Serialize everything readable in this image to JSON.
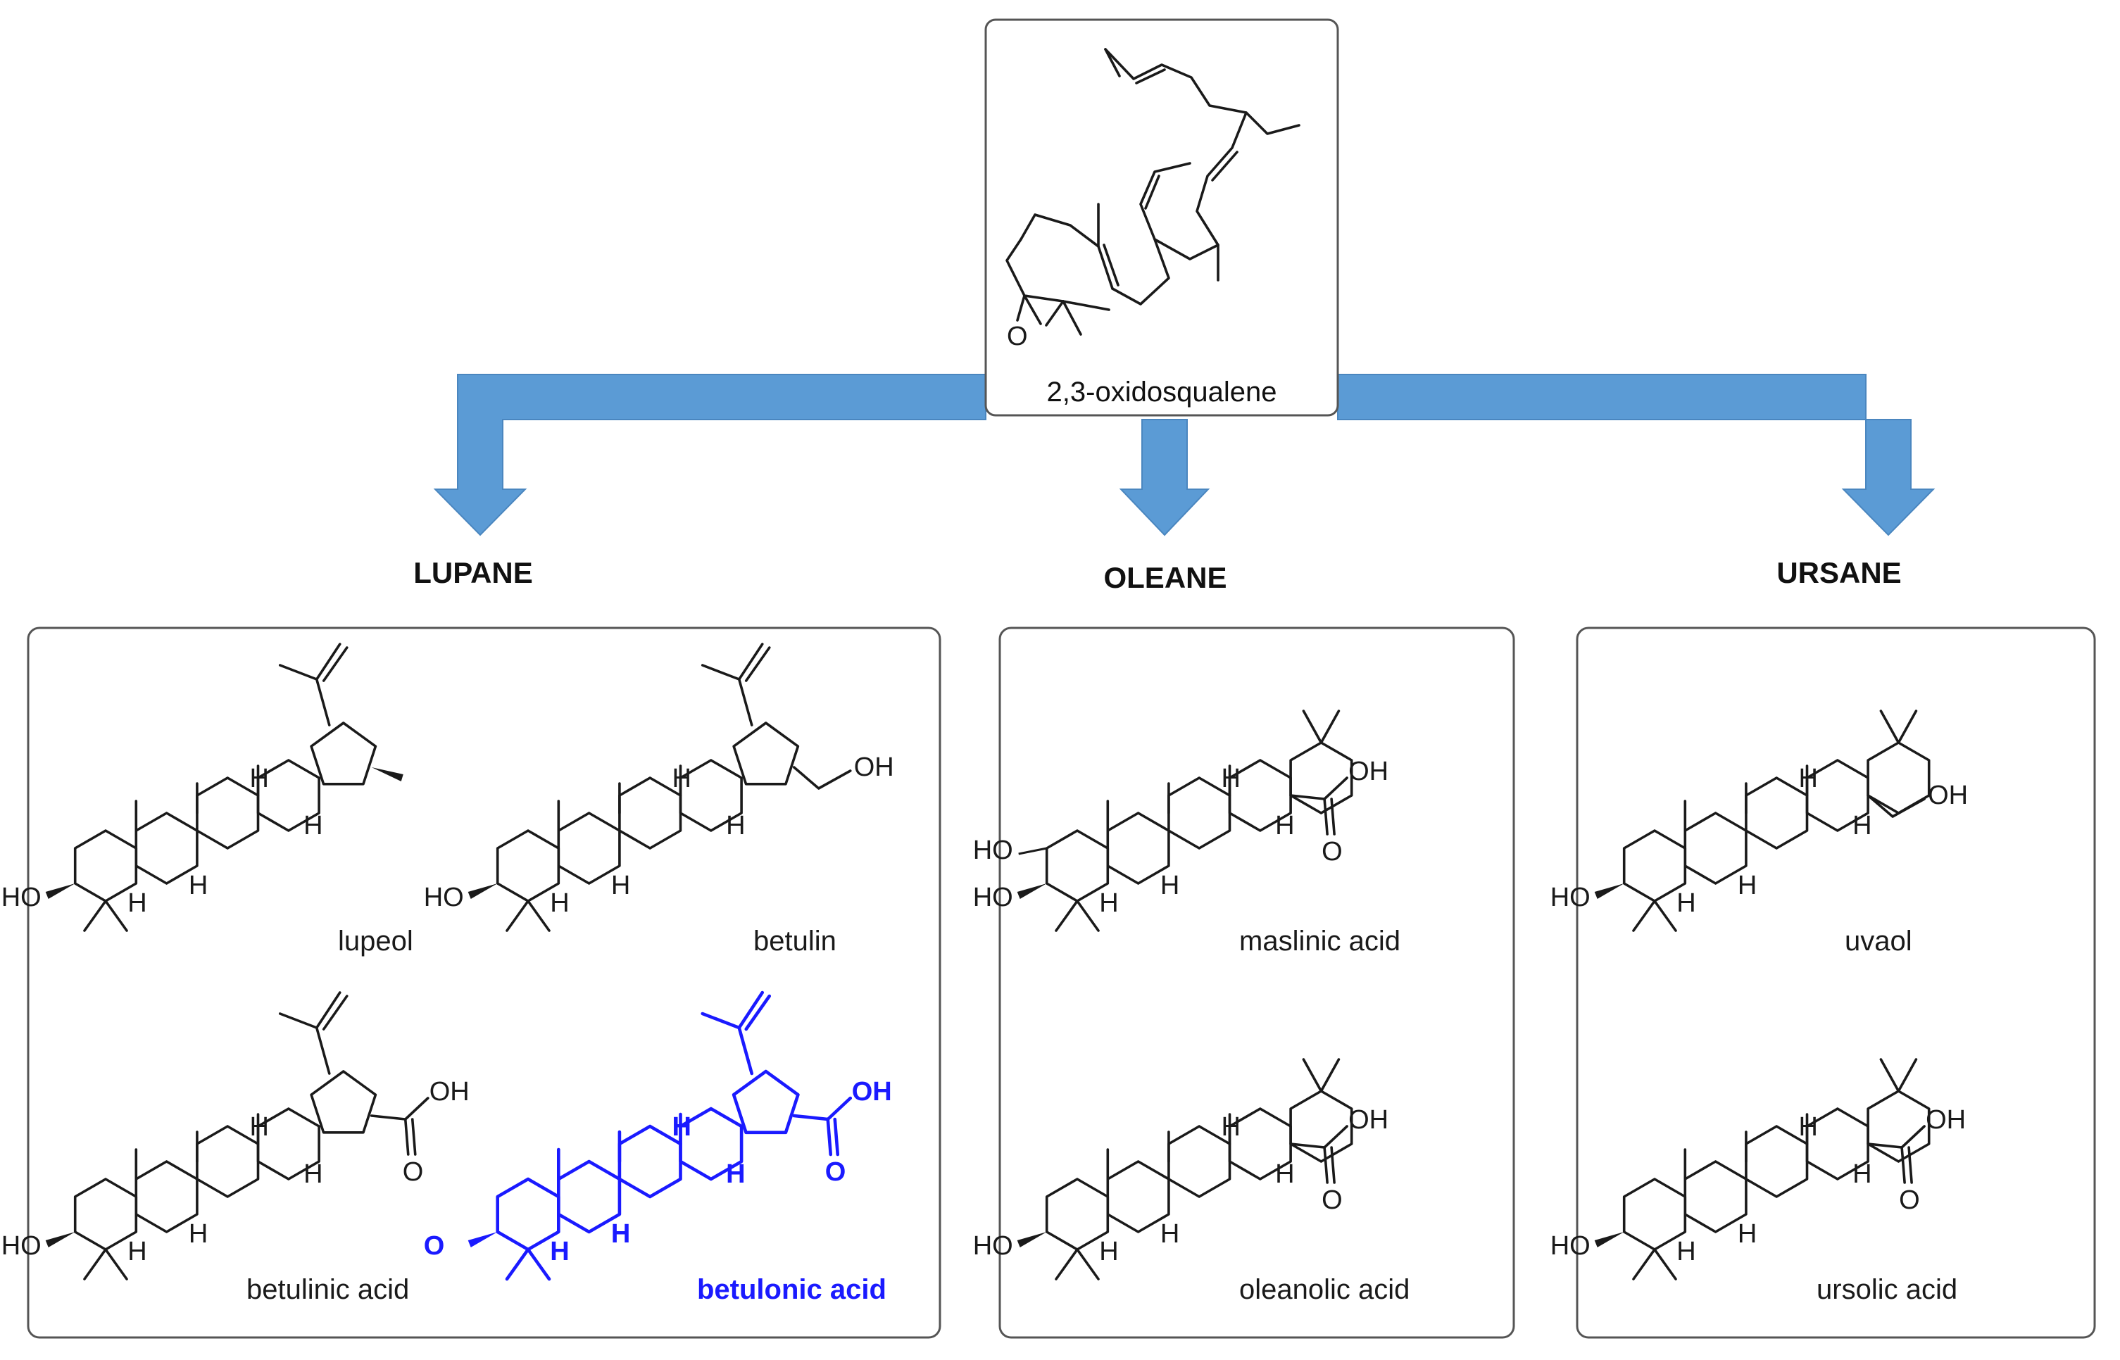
{
  "precursor": {
    "name": "2,3-oxidosqualene",
    "atom_o": "O"
  },
  "families": [
    {
      "label": "LUPANE",
      "compounds": [
        {
          "name": "lupeol",
          "substituent": "",
          "c3": "HO"
        },
        {
          "name": "betulin",
          "substituent": "OH",
          "c3": "HO"
        },
        {
          "name": "betulinic acid",
          "substituent": "OH",
          "substituent_o": "O",
          "c3": "HO"
        },
        {
          "name": "betulonic acid",
          "substituent": "OH",
          "substituent_o": "O",
          "c3": "O",
          "highlight": true
        }
      ]
    },
    {
      "label": "OLEANE",
      "compounds": [
        {
          "name": "maslinic acid",
          "substituent": "OH",
          "substituent_o": "O",
          "c3": "HO",
          "c2": "HO"
        },
        {
          "name": "oleanolic acid",
          "substituent": "OH",
          "substituent_o": "O",
          "c3": "HO"
        }
      ]
    },
    {
      "label": "URSANE",
      "compounds": [
        {
          "name": "uvaol",
          "substituent": "OH",
          "c3": "HO"
        },
        {
          "name": "ursolic acid",
          "substituent": "OH",
          "substituent_o": "O",
          "c3": "HO"
        }
      ]
    }
  ],
  "atoms": {
    "h": "H"
  },
  "colors": {
    "arrow": "#5b9bd5",
    "highlight": "#1a1aff",
    "ink": "#1a1a1a",
    "panel_border": "#555555"
  }
}
